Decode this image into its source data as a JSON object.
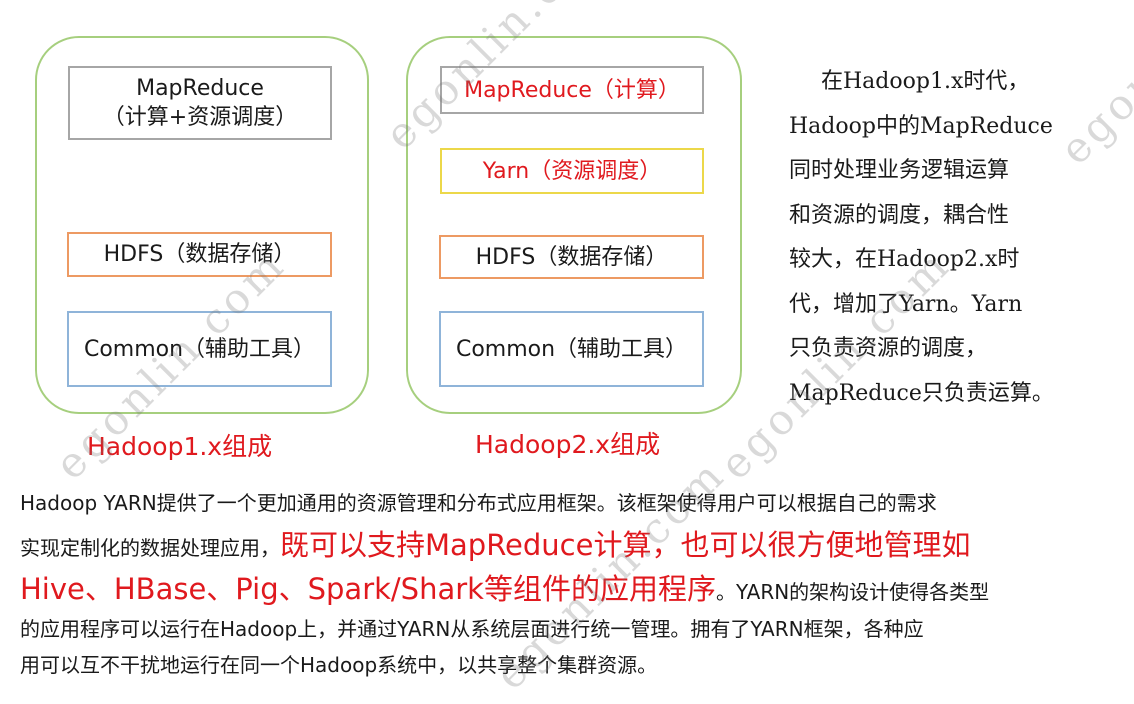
{
  "v1": {
    "mapreduce": [
      "MapReduce",
      "（计算+资源调度）"
    ],
    "hdfs": "HDFS（数据存储）",
    "common": "Common（辅助工具）",
    "caption": "Hadoop1.x组成"
  },
  "v2": {
    "mapreduce": "MapReduce（计算）",
    "yarn": "Yarn（资源调度）",
    "hdfs": "HDFS（数据存储）",
    "common": "Common（辅助工具）",
    "caption": "Hadoop2.x组成"
  },
  "side_text": [
    "在Hadoop1.x时代，",
    "Hadoop中的MapReduce",
    "同时处理业务逻辑运算",
    "和资源的调度，耦合性",
    "较大，在Hadoop2.x时",
    "代，增加了Yarn。Yarn",
    "只负责资源的调度，",
    "MapReduce只负责运算。"
  ],
  "paragraph": {
    "line1": "Hadoop YARN提供了一个更加通用的资源管理和分布式应用框架。该框架使得用户可以根据自己的需求",
    "line2_plain": "实现定制化的数据处理应用，",
    "line2_highlight": "既可以支持MapReduce计算，也可以很方便地管理如",
    "line3_highlight": "Hive、HBase、Pig、Spark/Shark等组件的应用程序",
    "line3_plain": "。YARN的架构设计使得各类型",
    "line4": "的应用程序可以运行在Hadoop上，并通过YARN从系统层面进行统一管理。拥有了YARN框架，各种应",
    "line5": "用可以互不干扰地运行在同一个Hadoop系统中，以共享整个集群资源。"
  },
  "watermark": "egonlin.com",
  "colors": {
    "group_border": "#a6cf7e",
    "highlight_red": "#e0191e",
    "mapreduce_border": "#a6a6a6",
    "yarn_border": "#ecd84a",
    "hdfs_border": "#ed9a63",
    "common_border": "#8fb4d9"
  }
}
